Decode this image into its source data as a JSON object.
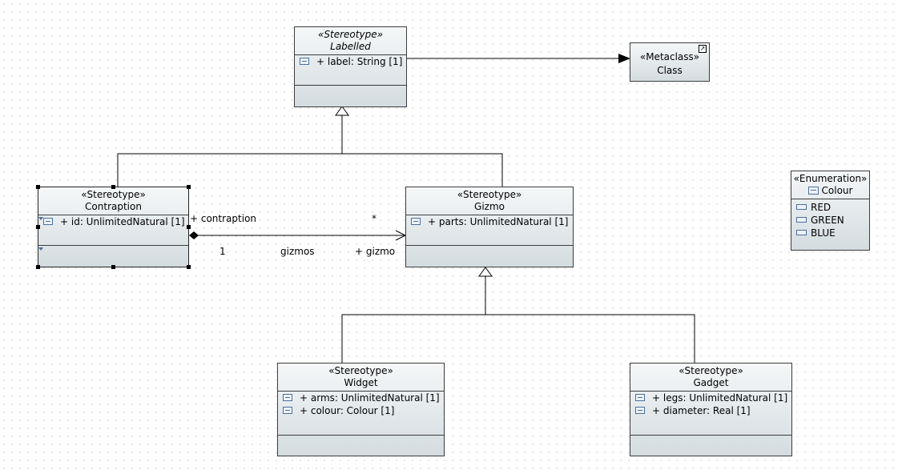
{
  "labelled": {
    "stereotype": "«Stereotype»",
    "name": "Labelled",
    "attributes": [
      "+ label: String [1]"
    ]
  },
  "class_meta": {
    "stereotype": "«Metaclass»",
    "name": "Class"
  },
  "contraption": {
    "stereotype": "«Stereotype»",
    "name": "Contraption",
    "attributes": [
      "+ id: UnlimitedNatural [1]"
    ]
  },
  "gizmo": {
    "stereotype": "«Stereotype»",
    "name": "Gizmo",
    "attributes": [
      "+ parts: UnlimitedNatural [1]"
    ]
  },
  "widget": {
    "stereotype": "«Stereotype»",
    "name": "Widget",
    "attributes": [
      "+ arms: UnlimitedNatural [1]",
      "+ colour: Colour [1]"
    ]
  },
  "gadget": {
    "stereotype": "«Stereotype»",
    "name": "Gadget",
    "attributes": [
      "+ legs: UnlimitedNatural [1]",
      "+ diameter: Real [1]"
    ]
  },
  "colour_enum": {
    "stereotype": "«Enumeration»",
    "name": "Colour",
    "literals": [
      "RED",
      "GREEN",
      "BLUE"
    ]
  },
  "association": {
    "source_role": "+ contraption",
    "source_multiplicity": "1",
    "name": "gizmos",
    "target_role": "+ gizmo",
    "target_multiplicity": "*"
  },
  "colors": {
    "node_border": "#3c3c3c",
    "node_fill_top": "#f5f7f8",
    "node_fill_bottom": "#d4dce0",
    "icon_blue": "#4a6fa0"
  }
}
